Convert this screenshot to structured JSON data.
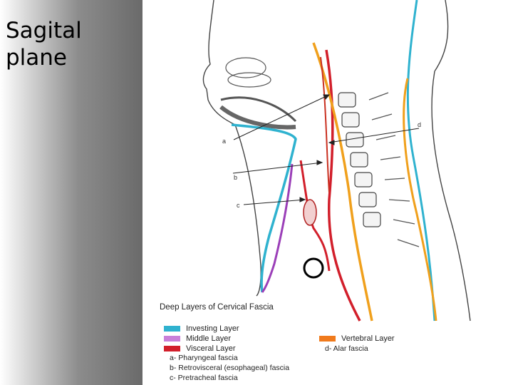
{
  "slide": {
    "title": "Sagital\nplane"
  },
  "diagram": {
    "pointer_labels": [
      "a",
      "b",
      "c",
      "d"
    ],
    "legend_title": "Deep Layers of Cervical Fascia",
    "legend": [
      {
        "label": "Investing Layer",
        "color": "#2fb2cf"
      },
      {
        "label": "Middle Layer",
        "color": "#c97fd9"
      },
      {
        "label": "Visceral Layer",
        "color": "#d21f2b"
      },
      {
        "label": "Vertebral Layer",
        "color": "#f07a1c"
      }
    ],
    "visceral_sub": [
      "a- Pharyngeal fascia",
      "b- Retrovisceral (esophageal) fascia",
      "c- Pretracheal fascia"
    ],
    "vertebral_sub": [
      "d- Alar fascia"
    ],
    "colors": {
      "panel_dark": "#6a6a6a",
      "outline": "#444444"
    }
  }
}
